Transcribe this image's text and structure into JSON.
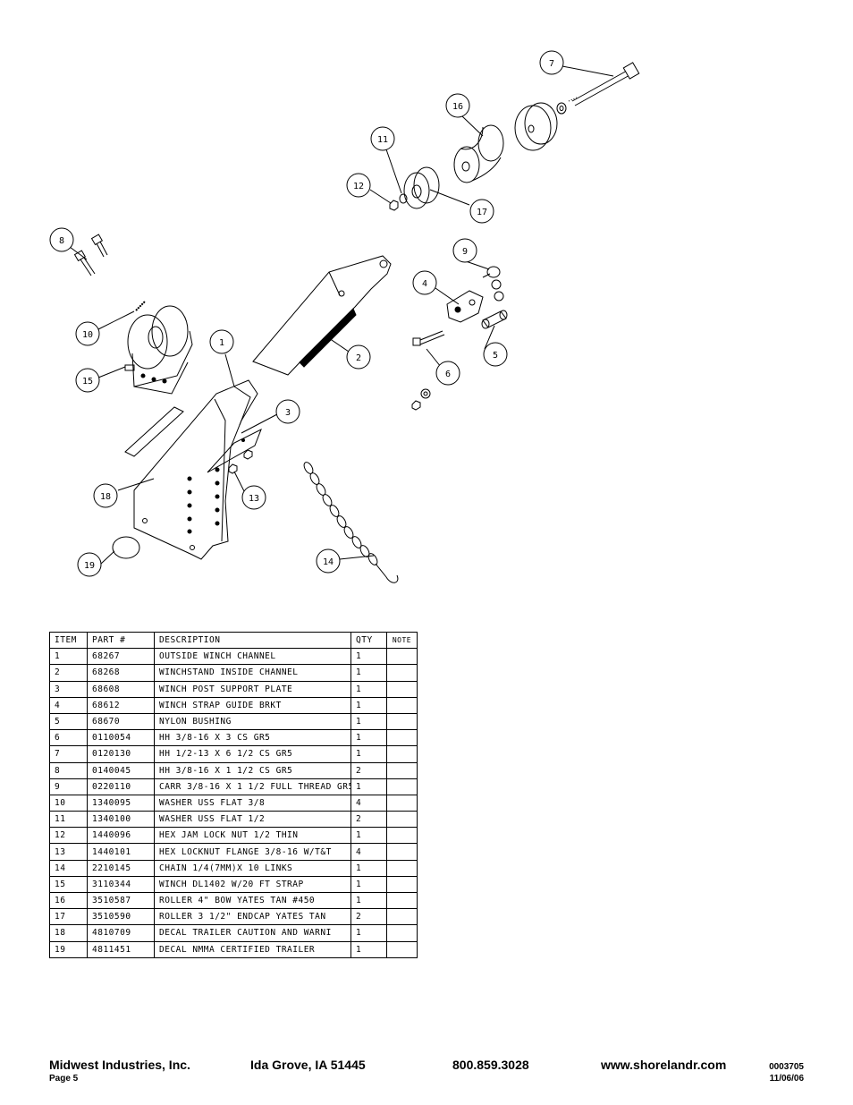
{
  "callouts": [
    "1",
    "2",
    "3",
    "4",
    "5",
    "6",
    "7",
    "8",
    "9",
    "10",
    "11",
    "12",
    "13",
    "14",
    "15",
    "16",
    "17",
    "18",
    "19"
  ],
  "table": {
    "headers": {
      "item": "ITEM",
      "part": "PART #",
      "description": "DESCRIPTION",
      "qty": "QTY",
      "note": "NOTE"
    },
    "rows": [
      {
        "item": "1",
        "part": "68267",
        "description": "OUTSIDE WINCH CHANNEL",
        "qty": "1",
        "note": ""
      },
      {
        "item": "2",
        "part": "68268",
        "description": "WINCHSTAND   INSIDE CHANNEL",
        "qty": "1",
        "note": ""
      },
      {
        "item": "3",
        "part": "68608",
        "description": "WINCH POST SUPPORT PLATE",
        "qty": "1",
        "note": ""
      },
      {
        "item": "4",
        "part": "68612",
        "description": "WINCH STRAP GUIDE BRKT",
        "qty": "1",
        "note": ""
      },
      {
        "item": "5",
        "part": "68670",
        "description": "NYLON BUSHING",
        "qty": "1",
        "note": ""
      },
      {
        "item": "6",
        "part": "0110054",
        "description": "HH 3/8-16 X 3 CS GR5",
        "qty": "1",
        "note": ""
      },
      {
        "item": "7",
        "part": "0120130",
        "description": "HH 1/2-13 X 6 1/2 CS GR5",
        "qty": "1",
        "note": ""
      },
      {
        "item": "8",
        "part": "0140045",
        "description": "HH 3/8-16 X 1 1/2 CS GR5",
        "qty": "2",
        "note": ""
      },
      {
        "item": "9",
        "part": "0220110",
        "description": "CARR 3/8-16 X 1 1/2 FULL THREAD GR5",
        "qty": "1",
        "note": ""
      },
      {
        "item": "10",
        "part": "1340095",
        "description": "WASHER USS FLAT 3/8",
        "qty": "4",
        "note": ""
      },
      {
        "item": "11",
        "part": "1340100",
        "description": "WASHER USS FLAT 1/2",
        "qty": "2",
        "note": ""
      },
      {
        "item": "12",
        "part": "1440096",
        "description": "HEX JAM LOCK NUT 1/2 THIN",
        "qty": "1",
        "note": ""
      },
      {
        "item": "13",
        "part": "1440101",
        "description": "HEX LOCKNUT FLANGE 3/8-16 W/T&T",
        "qty": "4",
        "note": ""
      },
      {
        "item": "14",
        "part": "2210145",
        "description": "CHAIN 1/4(7MM)X 10 LINKS",
        "qty": "1",
        "note": ""
      },
      {
        "item": "15",
        "part": "3110344",
        "description": "WINCH DL1402 W/20 FT STRAP",
        "qty": "1",
        "note": ""
      },
      {
        "item": "16",
        "part": "3510587",
        "description": "ROLLER 4\" BOW YATES TAN #450",
        "qty": "1",
        "note": ""
      },
      {
        "item": "17",
        "part": "3510590",
        "description": "ROLLER 3 1/2\" ENDCAP YATES TAN",
        "qty": "2",
        "note": ""
      },
      {
        "item": "18",
        "part": "4810709",
        "description": "DECAL TRAILER CAUTION AND WARNI",
        "qty": "1",
        "note": ""
      },
      {
        "item": "19",
        "part": "4811451",
        "description": " DECAL NMMA CERTIFIED TRAILER",
        "qty": "1",
        "note": ""
      }
    ]
  },
  "footer": {
    "company": "Midwest Industries, Inc.",
    "page": "Page 5",
    "address": "Ida Grove, IA  51445",
    "phone": "800.859.3028",
    "website": "www.shorelandr.com",
    "doc_number": "0003705",
    "date": "11/06/06"
  }
}
